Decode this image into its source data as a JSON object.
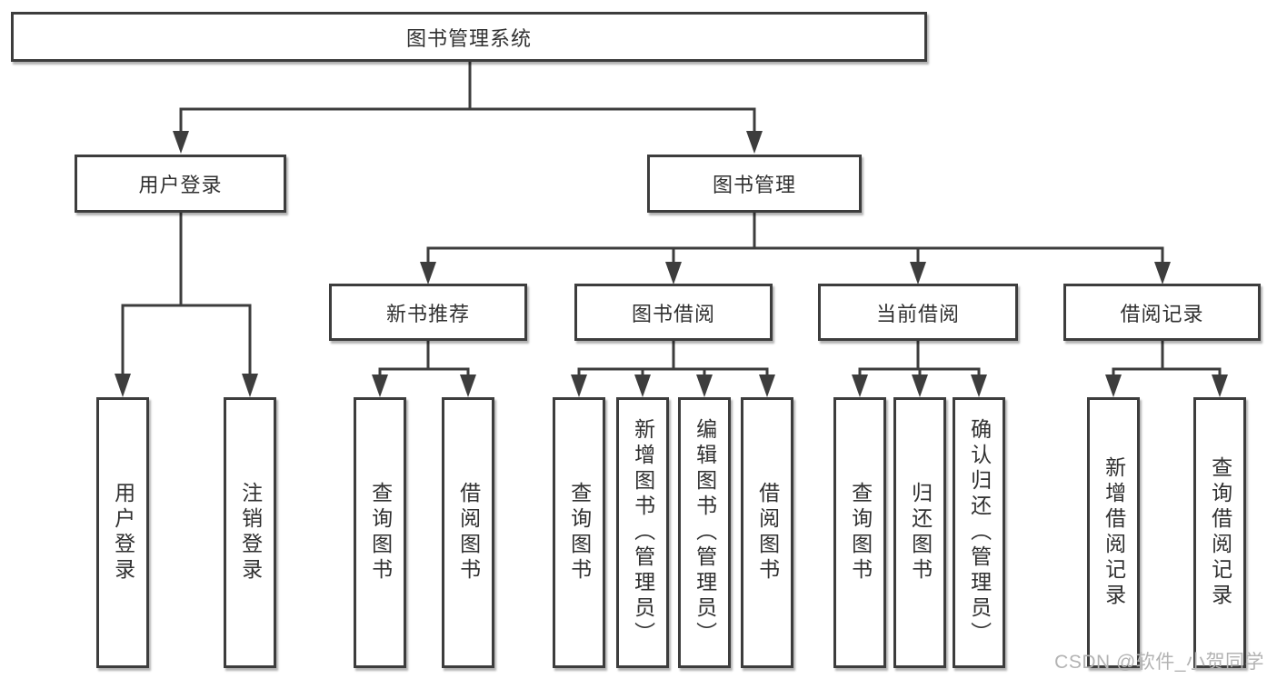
{
  "tree": {
    "root": {
      "label": "图书管理系统"
    },
    "level2": [
      {
        "label": "用户登录"
      },
      {
        "label": "图书管理"
      }
    ],
    "level3": [
      {
        "label": "新书推荐"
      },
      {
        "label": "图书借阅"
      },
      {
        "label": "当前借阅"
      },
      {
        "label": "借阅记录"
      }
    ],
    "leaves": {
      "login": [
        "用户登录",
        "注销登录"
      ],
      "newbook": [
        "查询图书",
        "借阅图书"
      ],
      "borrow": [
        "查询图书",
        "新增图书（管理员）",
        "编辑图书（管理员）",
        "借阅图书"
      ],
      "current": [
        "查询图书",
        "归还图书",
        "确认归还（管理员）"
      ],
      "records": [
        "新增借阅记录",
        "查询借阅记录"
      ]
    }
  },
  "colors": {
    "line": "#3d3d3d",
    "border": "#3d3d3d",
    "text": "#303030",
    "watermark": "#b3b3b3"
  },
  "watermark": {
    "text": "CSDN @软件_小贺同学"
  }
}
